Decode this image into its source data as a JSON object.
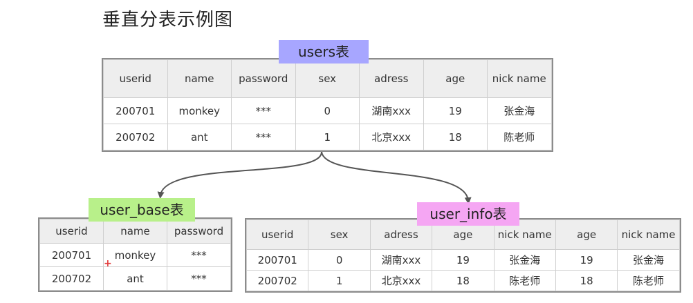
{
  "title": "垂直分表示例图",
  "tables": {
    "users": {
      "label": "users表",
      "columns": [
        "userid",
        "name",
        "password",
        "sex",
        "adress",
        "age",
        "nick name"
      ],
      "rows": [
        [
          "200701",
          "monkey",
          "***",
          "0",
          "湖南xxx",
          "19",
          "张金海"
        ],
        [
          "200702",
          "ant",
          "***",
          "1",
          "北京xxx",
          "18",
          "陈老师"
        ]
      ]
    },
    "user_base": {
      "label": "user_base表",
      "columns": [
        "userid",
        "name",
        "password"
      ],
      "rows": [
        [
          "200701",
          "monkey",
          "***"
        ],
        [
          "200702",
          "ant",
          "***"
        ]
      ]
    },
    "user_info": {
      "label": "user_info表",
      "columns": [
        "userid",
        "sex",
        "adress",
        "age",
        "nick name",
        "age",
        "nick name"
      ],
      "rows": [
        [
          "200701",
          "0",
          "湖南xxx",
          "19",
          "张金海",
          "19",
          "张金海"
        ],
        [
          "200702",
          "1",
          "北京xxx",
          "18",
          "陈老师",
          "18",
          "陈老师"
        ]
      ]
    }
  },
  "colors": {
    "users_label": "#a7a6ff",
    "user_base_label": "#b8f08a",
    "user_info_label": "#f5a6f3",
    "header_bg": "#eeeeee",
    "border": "#cfcfcf",
    "arrow": "#555555"
  }
}
